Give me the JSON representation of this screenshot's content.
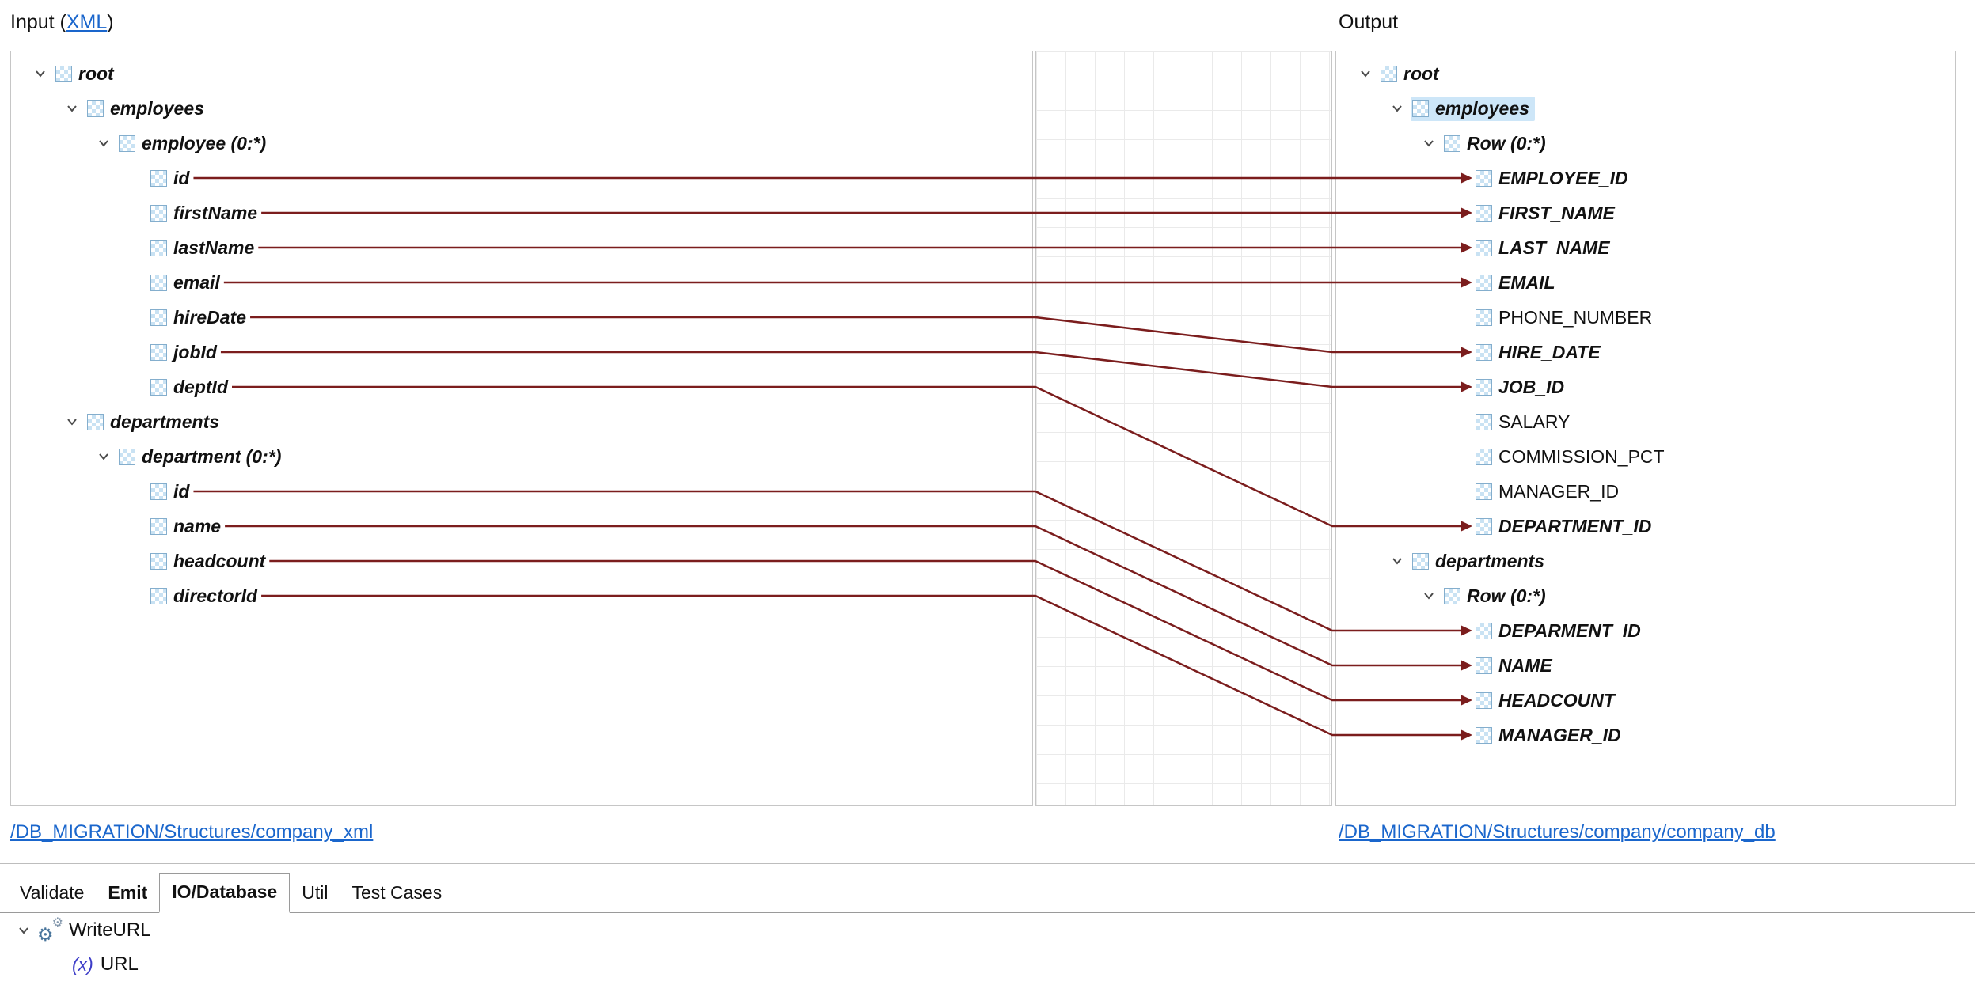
{
  "header": {
    "input_prefix": "Input (",
    "input_link": "XML",
    "input_suffix": ")",
    "output_label": "Output"
  },
  "input_tree": {
    "items": [
      {
        "label": "root",
        "depth": 0,
        "expandable": true
      },
      {
        "label": "employees",
        "depth": 1,
        "expandable": true
      },
      {
        "label": "employee (0:*)",
        "depth": 2,
        "expandable": true
      },
      {
        "label": "id",
        "depth": 3
      },
      {
        "label": "firstName",
        "depth": 3
      },
      {
        "label": "lastName",
        "depth": 3
      },
      {
        "label": "email",
        "depth": 3
      },
      {
        "label": "hireDate",
        "depth": 3
      },
      {
        "label": "jobId",
        "depth": 3
      },
      {
        "label": "deptId",
        "depth": 3
      },
      {
        "label": "departments",
        "depth": 1,
        "expandable": true
      },
      {
        "label": "department (0:*)",
        "depth": 2,
        "expandable": true
      },
      {
        "label": "id",
        "depth": 3
      },
      {
        "label": "name",
        "depth": 3
      },
      {
        "label": "headcount",
        "depth": 3
      },
      {
        "label": "directorId",
        "depth": 3
      }
    ]
  },
  "output_tree": {
    "items": [
      {
        "label": "root",
        "depth": 0,
        "expandable": true
      },
      {
        "label": "employees",
        "depth": 1,
        "expandable": true,
        "selected": true
      },
      {
        "label": "Row (0:*)",
        "depth": 2,
        "expandable": true
      },
      {
        "label": "EMPLOYEE_ID",
        "depth": 3,
        "mapped": true
      },
      {
        "label": "FIRST_NAME",
        "depth": 3,
        "mapped": true
      },
      {
        "label": "LAST_NAME",
        "depth": 3,
        "mapped": true
      },
      {
        "label": "EMAIL",
        "depth": 3,
        "mapped": true
      },
      {
        "label": "PHONE_NUMBER",
        "depth": 3,
        "plain": true
      },
      {
        "label": "HIRE_DATE",
        "depth": 3,
        "mapped": true
      },
      {
        "label": "JOB_ID",
        "depth": 3,
        "mapped": true
      },
      {
        "label": "SALARY",
        "depth": 3,
        "plain": true
      },
      {
        "label": "COMMISSION_PCT",
        "depth": 3,
        "plain": true
      },
      {
        "label": "MANAGER_ID",
        "depth": 3,
        "plain": true
      },
      {
        "label": "DEPARTMENT_ID",
        "depth": 3,
        "mapped": true
      },
      {
        "label": "departments",
        "depth": 1,
        "expandable": true
      },
      {
        "label": "Row (0:*)",
        "depth": 2,
        "expandable": true
      },
      {
        "label": "DEPARMENT_ID",
        "depth": 3,
        "mapped": true
      },
      {
        "label": "NAME",
        "depth": 3,
        "mapped": true
      },
      {
        "label": "HEADCOUNT",
        "depth": 3,
        "mapped": true
      },
      {
        "label": "MANAGER_ID",
        "depth": 3,
        "mapped": true
      }
    ]
  },
  "mappings": [
    {
      "from": 3,
      "from_label": "id",
      "to": 3,
      "to_label": "EMPLOYEE_ID"
    },
    {
      "from": 4,
      "from_label": "firstName",
      "to": 4,
      "to_label": "FIRST_NAME"
    },
    {
      "from": 5,
      "from_label": "lastName",
      "to": 5,
      "to_label": "LAST_NAME"
    },
    {
      "from": 6,
      "from_label": "email",
      "to": 6,
      "to_label": "EMAIL"
    },
    {
      "from": 7,
      "from_label": "hireDate",
      "to": 8,
      "to_label": "HIRE_DATE"
    },
    {
      "from": 8,
      "from_label": "jobId",
      "to": 9,
      "to_label": "JOB_ID"
    },
    {
      "from": 9,
      "from_label": "deptId",
      "to": 13,
      "to_label": "DEPARTMENT_ID"
    },
    {
      "from": 12,
      "from_label": "id",
      "to": 16,
      "to_label": "DEPARMENT_ID"
    },
    {
      "from": 13,
      "from_label": "name",
      "to": 17,
      "to_label": "NAME"
    },
    {
      "from": 14,
      "from_label": "headcount",
      "to": 18,
      "to_label": "HEADCOUNT"
    },
    {
      "from": 15,
      "from_label": "directorId",
      "to": 19,
      "to_label": "MANAGER_ID"
    }
  ],
  "footer_links": {
    "left": "/DB_MIGRATION/Structures/company_xml",
    "right": "/DB_MIGRATION/Structures/company/company_db"
  },
  "tabs": [
    {
      "label": "Validate",
      "active": false,
      "bold": false
    },
    {
      "label": "Emit",
      "active": false,
      "bold": true
    },
    {
      "label": "IO/Database",
      "active": true,
      "bold": true
    },
    {
      "label": "Util",
      "active": false,
      "bold": false
    },
    {
      "label": "Test Cases",
      "active": false,
      "bold": false
    }
  ],
  "bottom_tree": {
    "writeurl": "WriteURL",
    "url": "URL"
  },
  "icons": {
    "gear": "⚙",
    "function": "(x)"
  },
  "colors": {
    "wire": "#7b1d1d",
    "link": "#1a66cc",
    "selection": "#cde6f8"
  }
}
